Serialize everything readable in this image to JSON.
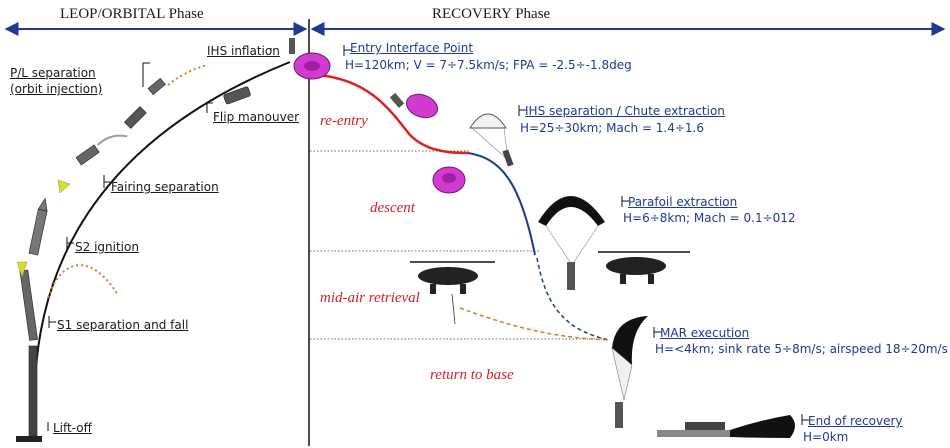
{
  "phases": {
    "leop": "LEOP/ORBITAL Phase",
    "recovery": "RECOVERY Phase"
  },
  "left_labels": {
    "ihs_inflation": "IHS inflation",
    "pl_separation_1": "P/L separation",
    "pl_separation_2": "(orbit injection)",
    "flip": "Flip manouver",
    "fairing": "Fairing separation",
    "s2": "S2 ignition",
    "s1": "S1 separation and fall",
    "liftoff": "Lift-off"
  },
  "steps": [
    {
      "title": "Entry Interface Point",
      "detail": "H=120km; V = 7÷7.5km/s; FPA = -2.5÷-1.8deg"
    },
    {
      "title": "IHS separation / Chute extraction",
      "detail": "H=25÷30km; Mach = 1.4÷1.6"
    },
    {
      "title": "Parafoil extraction",
      "detail": "H=6÷8km; Mach = 0.1÷012"
    },
    {
      "title": "MAR execution",
      "detail": "H=<4km; sink rate 5÷8m/s; airspeed 18÷20m/s"
    },
    {
      "title": "End of recovery",
      "detail": "H=0km"
    }
  ],
  "segments": {
    "reentry": "re-entry",
    "descent": "descent",
    "mar": "mid-air retrieval",
    "rtb": "return to base"
  },
  "colors": {
    "arrow": "#1f3a93",
    "reentry_line": "#e0201e",
    "descent_line": "#1f3a93",
    "trajectory": "#111111",
    "dotted_orange": "#e07a1c",
    "capsule": "#d23ad2",
    "text_red": "#d62020"
  }
}
